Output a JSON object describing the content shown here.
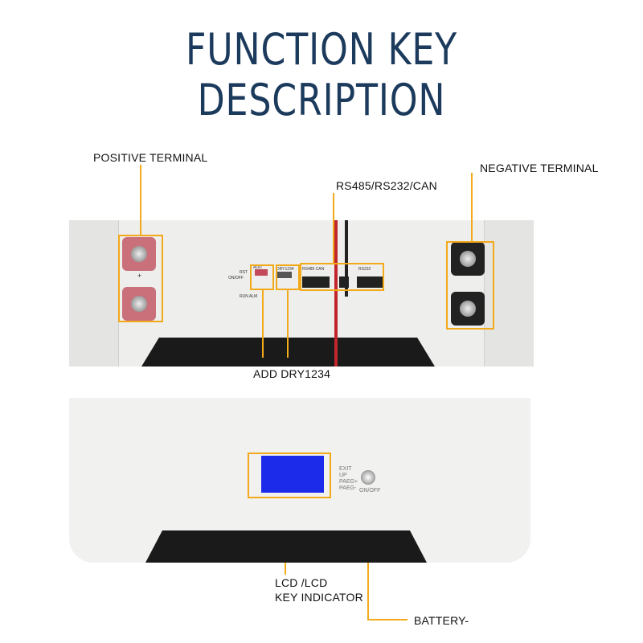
{
  "title": "FUNCTION KEY DESCRIPTION",
  "labels": {
    "positive_terminal": "POSITIVE TERMINAL",
    "negative_terminal": "NEGATIVE TERMINAL",
    "comm_ports": "RS485/RS232/CAN",
    "add_dry": "ADD DRY1234",
    "lcd_line1": "LCD /LCD",
    "lcd_line2": "KEY INDICATOR",
    "battery_switch": "BATTERY-"
  },
  "device_top": {
    "add": "ADD",
    "dry": "DRY1234",
    "rs485can": "RS485 CAN",
    "rs232": "RS232",
    "rst": "RST",
    "onoff": "ON/OFF",
    "runalm": "RUN ALM",
    "plus": "+"
  },
  "device_front": {
    "keys": [
      "EXIT",
      "UP",
      "PAEG+",
      "PAEG-"
    ],
    "power": "ON/OFF"
  },
  "colors": {
    "accent": "#f2a91a",
    "title": "#1b3a5c",
    "lcd": "#1c2bea"
  }
}
